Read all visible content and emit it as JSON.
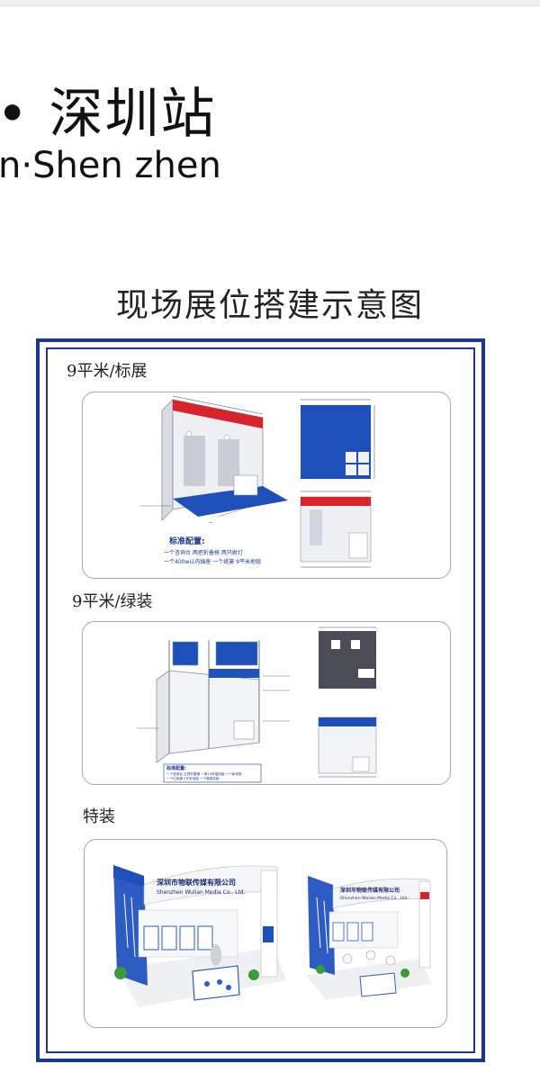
{
  "header": {
    "title_cn": "• 深圳站",
    "title_en": "n·Shen zhen"
  },
  "diagram": {
    "title": "现场展位搭建示意图"
  },
  "sections": [
    {
      "label": "9平米/标展",
      "config_title": "标准配置:",
      "config_lines": [
        "一个咨询台  两把折叠椅  两只射灯",
        "一个400w以内插座  一个纸篓    9平米地毯"
      ]
    },
    {
      "label": "9平米/绿装",
      "config_title": "标准配置:",
      "config_lines": [
        "一个咨询台  五把折叠椅  一条10米插线板  一个休闲凳",
        "一个垃圾桶  4平米地毯  一个展架挂板"
      ]
    },
    {
      "label": "特装",
      "booth_a_name": "深圳市物联传媒有限公司",
      "booth_a_en": "Shenzhen Wulian Media Co., Ltd.",
      "booth_b_name": "深圳市物联传媒有限公司",
      "booth_b_en": "Shenzhen Wulian Media Co., Ltd."
    }
  ],
  "colors": {
    "frame": "#1c3590",
    "carpet_blue": "#1f4fb8",
    "fascia_red": "#d8232a",
    "wall": "#e9ecf0"
  }
}
